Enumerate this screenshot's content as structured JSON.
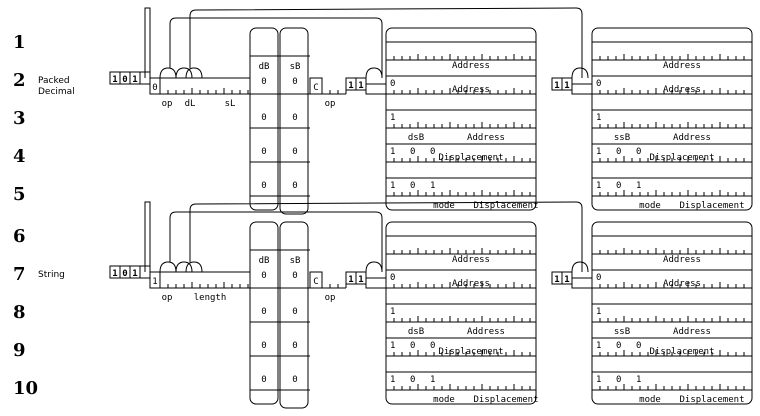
{
  "row_numbers": [
    "1",
    "2",
    "3",
    "4",
    "5",
    "6",
    "7",
    "8",
    "9",
    "10"
  ],
  "instructions": [
    {
      "name_lines": [
        "Packed",
        "Decimal"
      ],
      "opcode_bits": [
        "1",
        "0",
        "1"
      ],
      "lead_bit": "0",
      "labels": {
        "op": "op",
        "dL": "dL",
        "sL": "sL",
        "op2": "op"
      },
      "base_cols": {
        "dB": "dB",
        "sB": "sB",
        "C": "C"
      },
      "base_zeros": [
        "0",
        "0"
      ],
      "prefix_bits": [
        "1",
        "1"
      ],
      "block_rows": [
        {
          "bits": [],
          "field": "",
          "mid_label": "",
          "right_label": "Address"
        },
        {
          "bits": [
            "0"
          ],
          "field": "",
          "mid_label": "",
          "right_label": "Address"
        },
        {
          "bits": [
            "1"
          ],
          "field_base_a": "dsB",
          "field_base_b": "ssB",
          "right_label": "Address"
        },
        {
          "bits": [
            "1",
            "0",
            "0"
          ],
          "right_label": "Displacement"
        },
        {
          "bits": [
            "1",
            "0",
            "1"
          ],
          "mode_label": "mode",
          "right_label": "Displacement"
        }
      ]
    },
    {
      "name_lines": [
        "String"
      ],
      "opcode_bits": [
        "1",
        "0",
        "1"
      ],
      "lead_bit": "1",
      "labels": {
        "op": "op",
        "length": "length",
        "op2": "op"
      },
      "base_cols": {
        "dB": "dB",
        "sB": "sB",
        "C": "C"
      },
      "base_zeros": [
        "0",
        "0"
      ],
      "prefix_bits": [
        "1",
        "1"
      ],
      "block_rows": [
        {
          "bits": [],
          "right_label": "Address"
        },
        {
          "bits": [
            "0"
          ],
          "right_label": "Address"
        },
        {
          "bits": [
            "1"
          ],
          "field_base_a": "dsB",
          "field_base_b": "ssB",
          "right_label": "Address"
        },
        {
          "bits": [
            "1",
            "0",
            "0"
          ],
          "right_label": "Displacement"
        },
        {
          "bits": [
            "1",
            "0",
            "1"
          ],
          "mode_label": "mode",
          "right_label": "Displacement"
        }
      ]
    }
  ]
}
